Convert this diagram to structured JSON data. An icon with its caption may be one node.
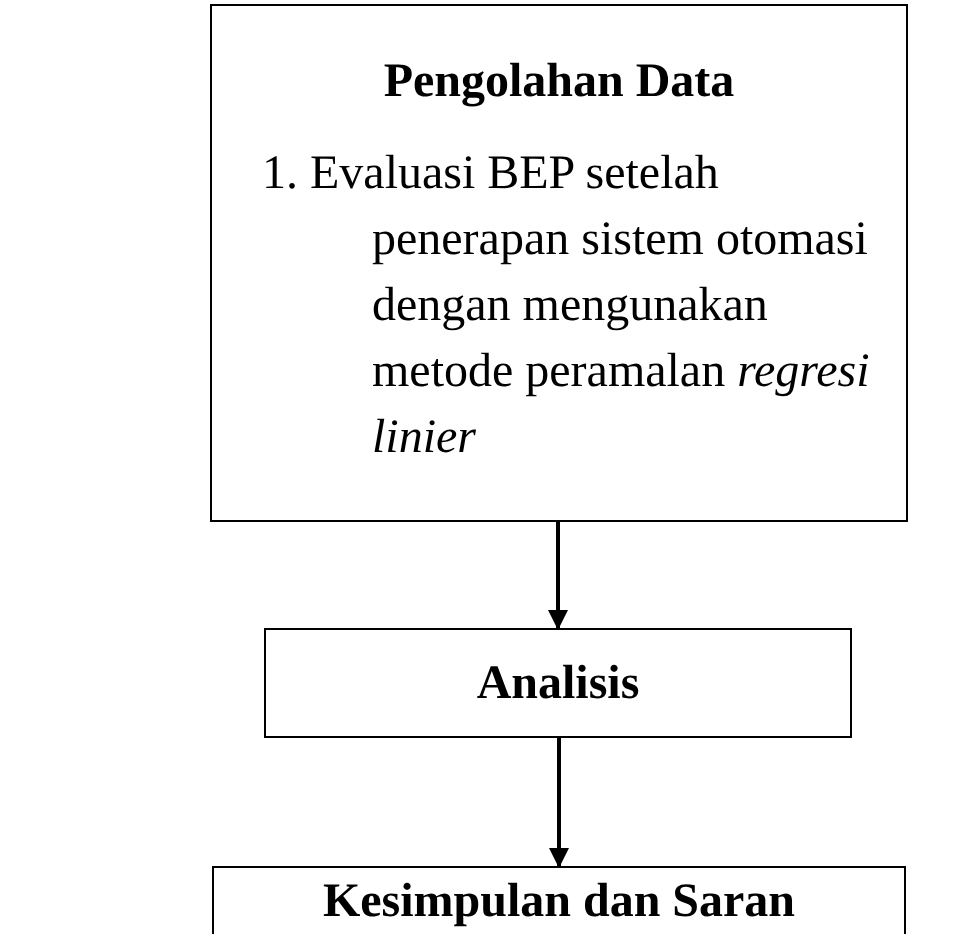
{
  "diagram": {
    "nodes": [
      {
        "text": [
          "Pengolahan Data",
          "1. Evaluasi BEP setelah penerapan sistem otomasi dengan mengunakan metode peramalan *regresi linier*"
        ]
      },
      {
        "text": [
          "Analisis"
        ]
      },
      {
        "text": [
          "Kesimpulan dan Saran"
        ]
      }
    ],
    "edges": [
      {
        "from": 0,
        "to": 1,
        "arrow": "to"
      },
      {
        "from": 1,
        "to": 2,
        "arrow": "to"
      }
    ]
  }
}
